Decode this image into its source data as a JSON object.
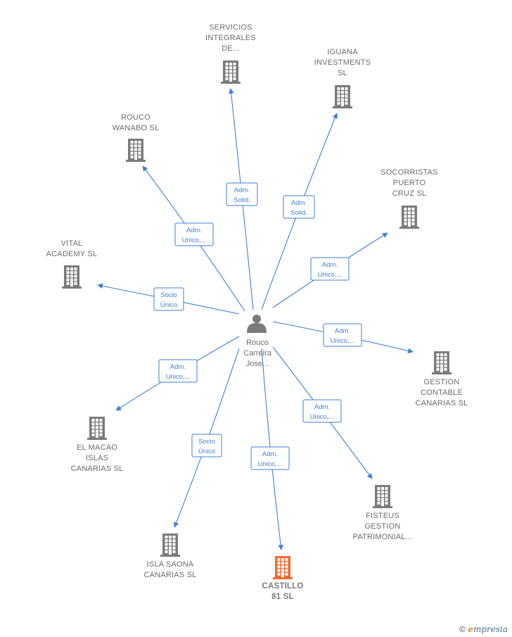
{
  "center": {
    "name_lines": [
      "Rouco",
      "Carreira",
      "Jose..."
    ],
    "icon": "person-icon"
  },
  "colors": {
    "edge": "#3f7fd4",
    "company": "#7b7b7b",
    "company_highlight": "#f26a2e",
    "label": "#6b6b6b"
  },
  "companies": [
    {
      "id": "servicios",
      "name_lines": [
        "SERVICIOS",
        "INTEGRALES",
        "DE..."
      ],
      "relation_lines": [
        "Adm.",
        "Solid."
      ],
      "highlight": false
    },
    {
      "id": "iguana",
      "name_lines": [
        "IGUANA",
        "INVESTMENTS",
        "SL"
      ],
      "relation_lines": [
        "Adm.",
        "Solid."
      ],
      "highlight": false
    },
    {
      "id": "rouco-wanabo",
      "name_lines": [
        "ROUCO",
        "WANABO SL"
      ],
      "relation_lines": [
        "Adm.",
        "Unico,..."
      ],
      "highlight": false
    },
    {
      "id": "socorristas",
      "name_lines": [
        "SOCORRISTAS",
        "PUERTO",
        "CRUZ  SL"
      ],
      "relation_lines": [
        "Adm.",
        "Unico,..."
      ],
      "highlight": false
    },
    {
      "id": "vital-academy",
      "name_lines": [
        "VITAL",
        "ACADEMY  SL"
      ],
      "relation_lines": [
        "Socio",
        "Único"
      ],
      "highlight": false
    },
    {
      "id": "gestion-contable",
      "name_lines": [
        "GESTION",
        "CONTABLE",
        "CANARIAS  SL"
      ],
      "relation_lines": [
        "Adm.",
        "Unico,..."
      ],
      "highlight": false
    },
    {
      "id": "el-macao",
      "name_lines": [
        "EL MACAO",
        "ISLAS",
        "CANARIAS  SL"
      ],
      "relation_lines": [
        "Adm.",
        "Unico,..."
      ],
      "highlight": false
    },
    {
      "id": "fisteus",
      "name_lines": [
        "FISTEUS",
        "GESTION",
        "PATRIMONIAL..."
      ],
      "relation_lines": [
        "Adm.",
        "Unico,..."
      ],
      "highlight": false
    },
    {
      "id": "isla-saona",
      "name_lines": [
        "ISLA SAONA",
        "CANARIAS  SL"
      ],
      "relation_lines": [
        "Socio",
        "Único"
      ],
      "highlight": false
    },
    {
      "id": "castillo",
      "name_lines": [
        "CASTILLO",
        "81  SL"
      ],
      "relation_lines": [
        "Adm.",
        "Unico,..."
      ],
      "highlight": true
    }
  ],
  "footer": {
    "copyright_symbol": "©",
    "brand_initial": "e",
    "brand_rest": "mpresia"
  }
}
